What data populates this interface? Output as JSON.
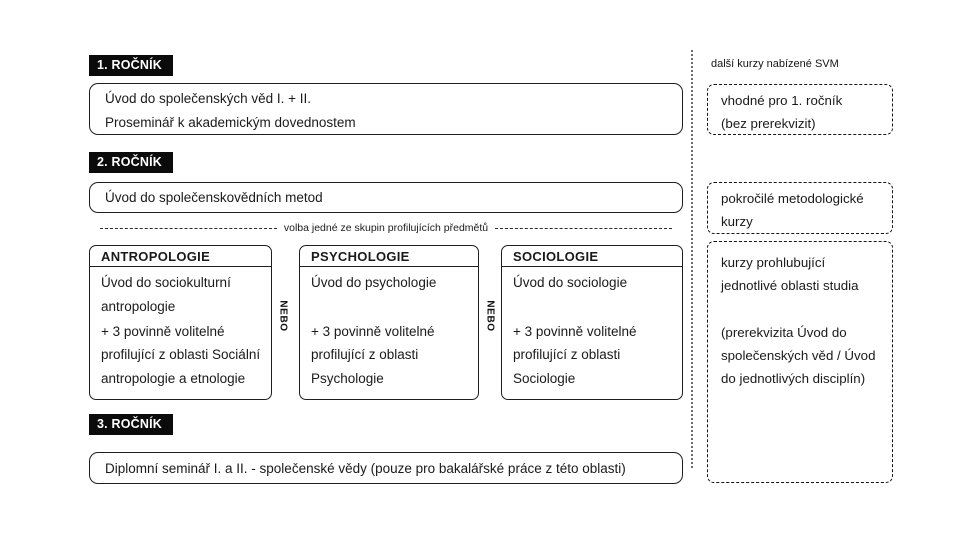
{
  "palette": {
    "background": "#ffffff",
    "ink": "#1a1a1a",
    "label_bg": "#0b0b0b",
    "label_fg": "#ffffff"
  },
  "left_column": {
    "year1": {
      "label": "1. ROČNÍK",
      "box_lines": [
        "Úvod do společenských věd I. + II.",
        "Proseminář k akademickým dovednostem"
      ]
    },
    "year2": {
      "label": "2. ROČNÍK",
      "box_line": "Úvod do společenskovědních metod"
    },
    "divider_label": "volba jedné ze skupin profilujících předmětů",
    "or_label": "NEBO",
    "groups": [
      {
        "title": "ANTROPOLOGIE",
        "intro": [
          "Úvod do sociokulturní",
          "antropologie"
        ],
        "electives": [
          "+ 3 povinně volitelné",
          "profilující z oblasti Sociální",
          "antropologie a etnologie"
        ]
      },
      {
        "title": "PSYCHOLOGIE",
        "intro": [
          "Úvod do psychologie"
        ],
        "electives": [
          "+ 3 povinně volitelné",
          "profilující z oblasti",
          "Psychologie"
        ]
      },
      {
        "title": "SOCIOLOGIE",
        "intro": [
          "Úvod do sociologie"
        ],
        "electives": [
          "+ 3 povinně volitelné",
          "profilující z oblasti",
          "Sociologie"
        ]
      }
    ],
    "year3": {
      "label": "3. ROČNÍK",
      "box_line": "Diplomní seminář I. a II. - společenské vědy (pouze pro bakalářské práce z této oblasti)"
    }
  },
  "right_column": {
    "header": "další kurzy nabízené SVM",
    "boxes": [
      {
        "lines": [
          "vhodné pro 1. ročník",
          "(bez prerekvizit)"
        ]
      },
      {
        "lines": [
          "pokročilé metodologické",
          "kurzy"
        ]
      },
      {
        "lines": [
          "kurzy prohlubující",
          "jednotlivé oblasti studia",
          "",
          "(prerekvizita Úvod do",
          "společenských věd / Úvod",
          "do jednotlivých disciplín)"
        ]
      }
    ]
  }
}
